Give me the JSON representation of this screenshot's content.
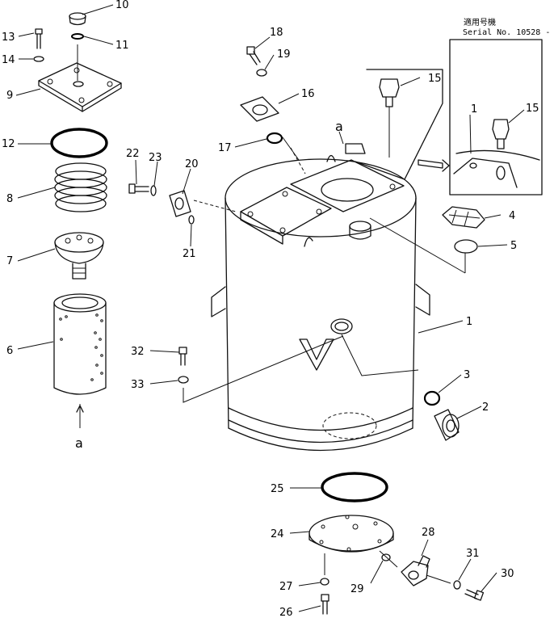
{
  "serial_note": {
    "jp": "適用号機",
    "serial": "Serial No. 10528 -"
  },
  "callouts": {
    "p1": "1",
    "p1b": "1",
    "p2": "2",
    "p3": "3",
    "p4": "4",
    "p5": "5",
    "p6": "6",
    "p7": "7",
    "p8": "8",
    "p9": "9",
    "p10": "10",
    "p11": "11",
    "p12": "12",
    "p13": "13",
    "p14": "14",
    "p15": "15",
    "p15b": "15",
    "p16": "16",
    "p17": "17",
    "p18": "18",
    "p19": "19",
    "p20": "20",
    "p21": "21",
    "p22": "22",
    "p23": "23",
    "p24": "24",
    "p25": "25",
    "p26": "26",
    "p27": "27",
    "p28": "28",
    "p29": "29",
    "p30": "30",
    "p31": "31",
    "p32": "32",
    "p33": "33"
  },
  "ref_marks": {
    "a_bottom": "a",
    "a_top": "a"
  }
}
